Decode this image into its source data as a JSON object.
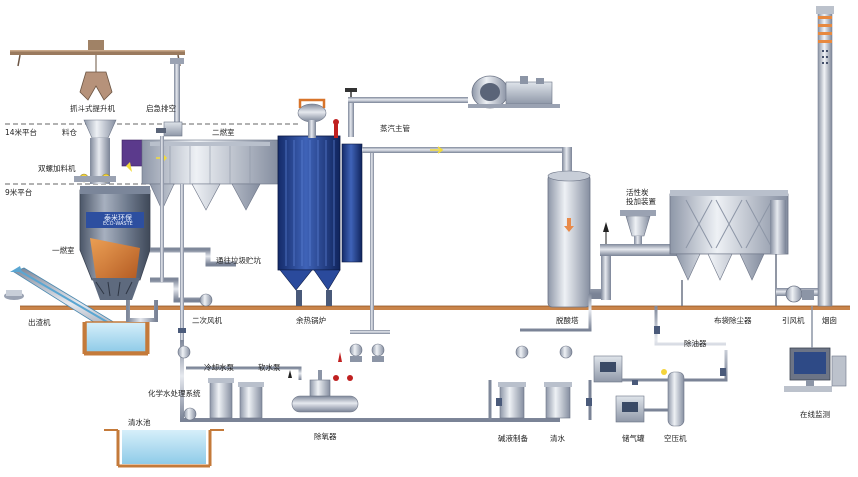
{
  "labels": {
    "grab_crane": "抓斗式提升机",
    "emergency_vent": "启急排空",
    "platform_14m": "14米平台",
    "hopper": "料仓",
    "second_chamber": "二燃室",
    "steam_main": "蒸汽主管",
    "double_feeder": "双螺加料机",
    "platform_9m": "9米平台",
    "first_chamber": "一燃室",
    "waste_pit": "通往垃圾贮坑",
    "activated_carbon": "活性炭\n投加装置",
    "deacid_tower": "脱酸塔",
    "bag_filter": "布袋除尘器",
    "induced_fan": "引风机",
    "chimney": "烟囱",
    "slag_remover": "出渣机",
    "secondary_fan": "二次风机",
    "waste_heat_boiler": "余热锅炉",
    "cooling_pump": "冷却水泵",
    "soft_water_pump": "软水泵",
    "chem_water": "化学水处理系统",
    "clear_pool": "清水池",
    "deaerator": "除氧器",
    "alkali_prep": "碱液制备",
    "clear_water": "清水",
    "gas_tank": "储气罐",
    "air_compressor": "空压机",
    "oil_remover": "除油器",
    "online_monitor": "在线监测"
  },
  "logo": {
    "cn": "泰米环保",
    "en": "ECO-WASTE"
  },
  "colors": {
    "pipe": "#8c95a6",
    "pipe_light": "#c6ccd8",
    "furnace": "#5a6a80",
    "boiler_blue": "#1f3d8c",
    "flame": "#d8742a",
    "purple": "#5b3a8c",
    "ground": "#c47a3a",
    "water": "#bfe3f5",
    "yellow_arrow": "#f3dc3a",
    "red": "#c02020"
  }
}
